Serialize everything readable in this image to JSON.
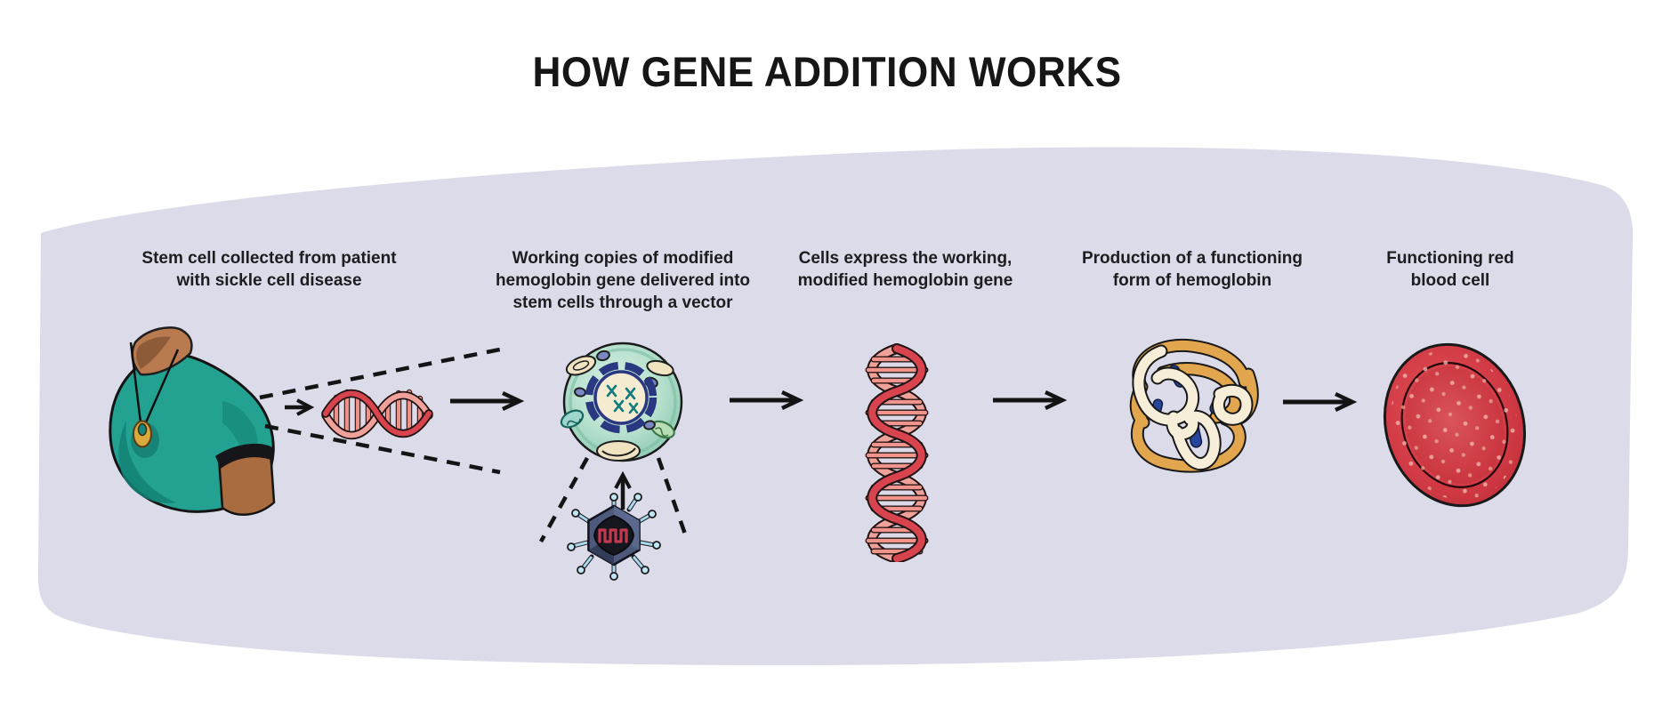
{
  "title": "HOW GENE ADDITION WORKS",
  "colors": {
    "page_background": "#ffffff",
    "blob_background": "#dcdbe9",
    "text": "#1d1d20",
    "arrow": "#141414",
    "shirt_teal": "#23a191",
    "skin_brown": "#b97a4f",
    "pendant_gold": "#d9a93e",
    "dna_red": "#d8444e",
    "dna_salmon": "#f0a29a",
    "cell_teal": "#8cc9b1",
    "nucleus_blue": "#2a3781",
    "nucleus_cream": "#f5ecd2",
    "virus_blue_grey": "#4e5a7c",
    "virus_spike_blue": "#a9d8ea",
    "virus_genome_red": "#c4394e",
    "protein_gold": "#e2a64e",
    "protein_cream": "#f6eed8",
    "heme_blue": "#26459c",
    "rbc_red": "#d63f48"
  },
  "steps": [
    {
      "label": "Stem cell collected from patient\nwith sickle cell disease",
      "illustration": "patient-shoulder-with-extracted-dna"
    },
    {
      "label": "Working copies of modified\nhemoglobin gene delivered into\nstem cells through a vector",
      "illustration": "stem-cell-with-viral-vector"
    },
    {
      "label": "Cells express the working,\nmodified hemoglobin gene",
      "illustration": "dna-double-helix"
    },
    {
      "label": "Production of a functioning\nform of hemoglobin",
      "illustration": "hemoglobin-protein"
    },
    {
      "label": "Functioning red\nblood cell",
      "illustration": "red-blood-cell"
    }
  ]
}
